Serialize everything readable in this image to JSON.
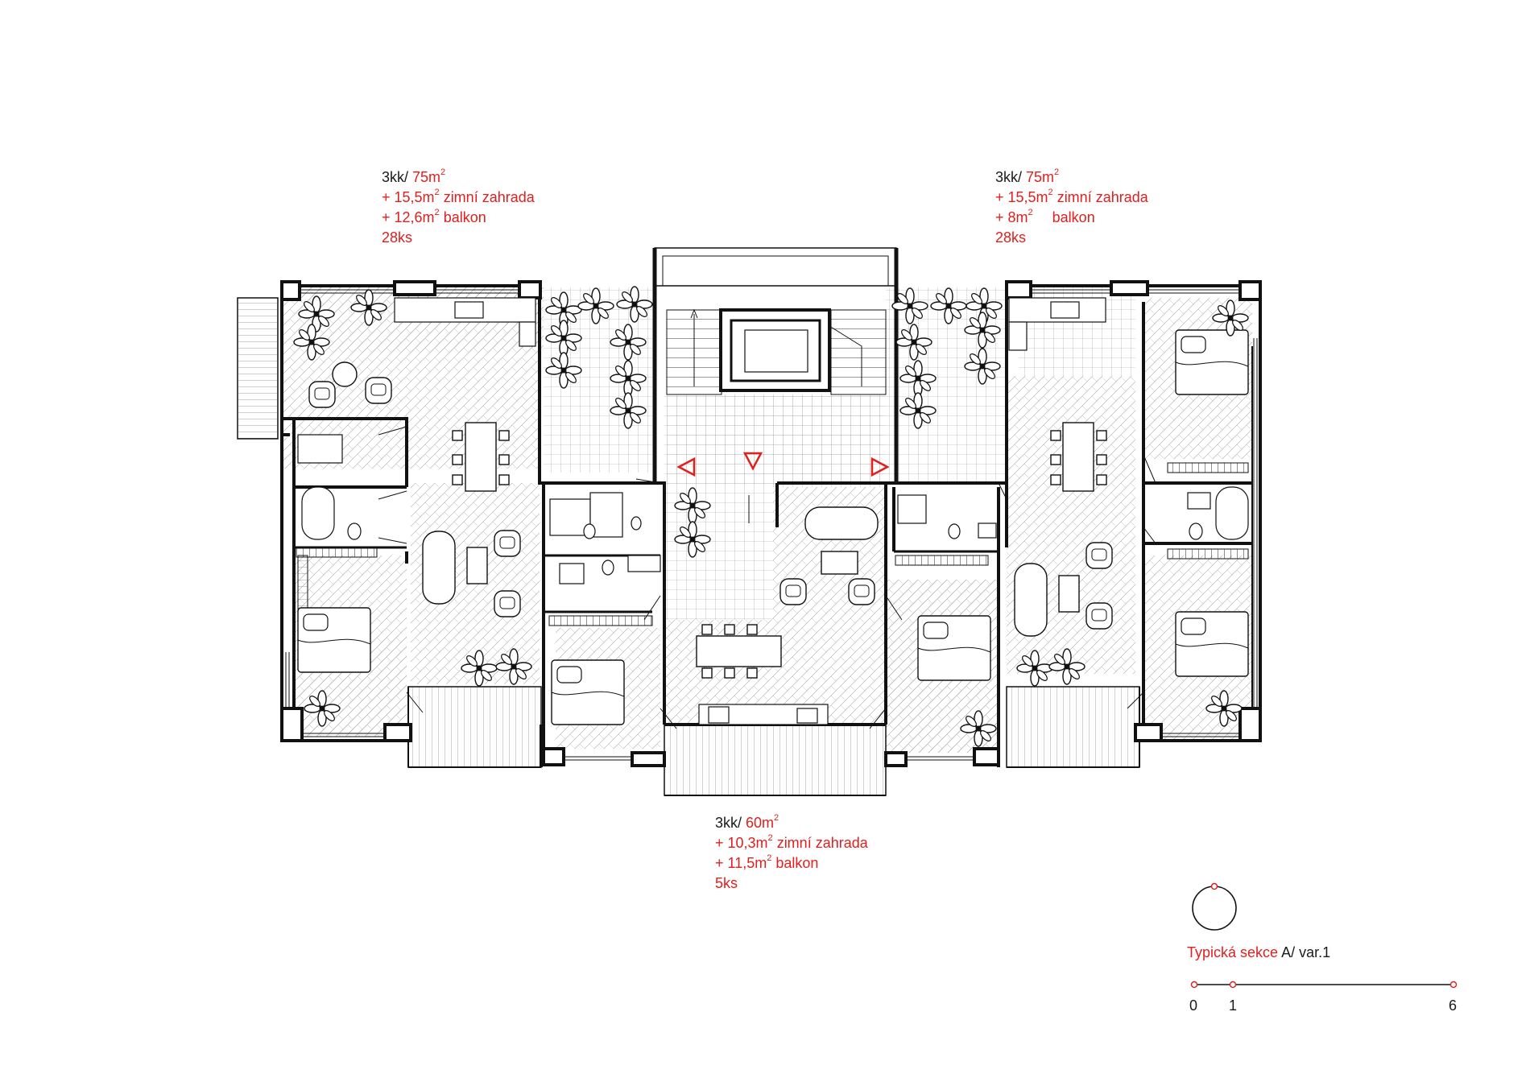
{
  "units": [
    {
      "id": "north-west",
      "type": "3kk/",
      "area": "75m",
      "area_sup": "2",
      "garden_prefix": "+ 15,5m",
      "garden_sup": "2",
      "garden_label": "zimní zahrada",
      "balcony_prefix": "+ 12,6m",
      "balcony_sup": "2",
      "balcony_label": "balkon",
      "count": "28ks"
    },
    {
      "id": "north-east",
      "type": "3kk/",
      "area": "75m",
      "area_sup": "2",
      "garden_prefix": "+ 15,5m",
      "garden_sup": "2",
      "garden_label": "zimní zahrada",
      "balcony_prefix": "+ 8m",
      "balcony_sup": "2",
      "balcony_label": "balkon",
      "count": "28ks"
    },
    {
      "id": "south",
      "type": "3kk/",
      "area": "60m",
      "area_sup": "2",
      "garden_prefix": "+ 10,3m",
      "garden_sup": "2",
      "garden_label": "zimní zahrada",
      "balcony_prefix": "+ 11,5m",
      "balcony_sup": "2",
      "balcony_label": "balkon",
      "count": "5ks"
    }
  ],
  "legend": {
    "title_red": "Typická sekce",
    "title_black": "A/ var.1",
    "scale_ticks": [
      "0",
      "1",
      "6"
    ]
  },
  "colors": {
    "accent": "#e0201e",
    "ink": "#1a1a1a",
    "hatch": "#8a8a8a"
  }
}
